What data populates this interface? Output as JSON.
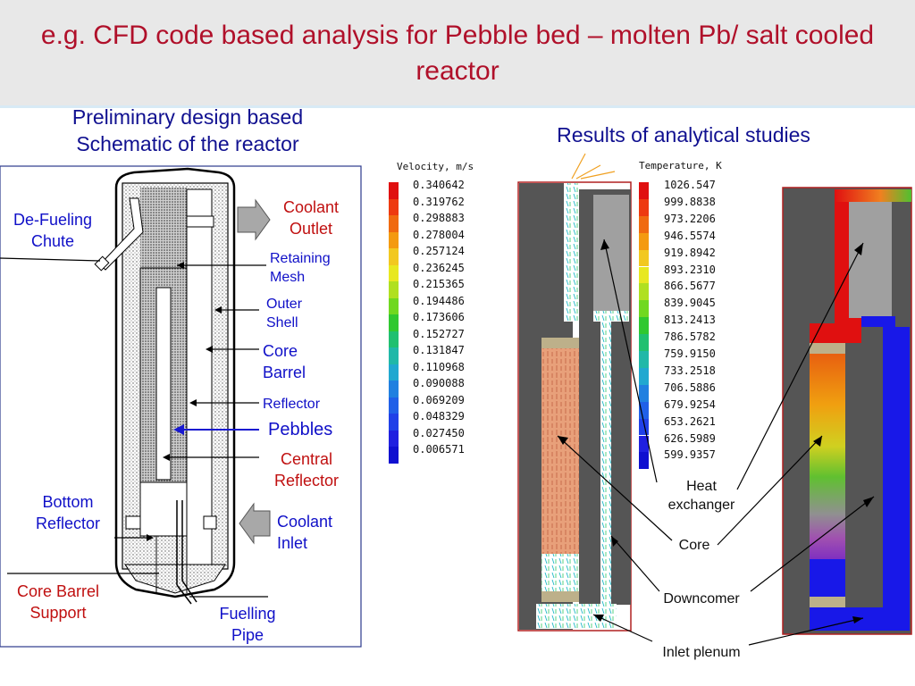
{
  "header": {
    "title": "e.g. CFD code based analysis for Pebble bed – molten Pb/ salt cooled reactor"
  },
  "left_panel": {
    "subtitle": "Preliminary design based Schematic of the reactor",
    "labels": {
      "defueling_chute": "De-Fueling Chute",
      "coolant_outlet": "Coolant Outlet",
      "retaining_mesh": "Retaining Mesh",
      "outer_shell": "Outer Shell",
      "core_barrel": "Core Barrel",
      "reflector": "Reflector",
      "pebbles": "Pebbles",
      "central_reflector": "Central Reflector",
      "bottom_reflector": "Bottom Reflector",
      "coolant_inlet": "Coolant Inlet",
      "core_barrel_support": "Core Barrel Support",
      "fuelling_pipe": "Fuelling Pipe"
    }
  },
  "right_panel": {
    "subtitle": "Results of analytical studies",
    "velocity_legend": {
      "title": "Velocity, m/s",
      "values": [
        "0.340642",
        "0.319762",
        "0.298883",
        "0.278004",
        "0.257124",
        "0.236245",
        "0.215365",
        "0.194486",
        "0.173606",
        "0.152727",
        "0.131847",
        "0.110968",
        "0.090088",
        "0.069209",
        "0.048329",
        "0.027450",
        "0.006571"
      ]
    },
    "temperature_legend": {
      "title": "Temperature, K",
      "values": [
        "1026.547",
        "999.8838",
        "973.2206",
        "946.5574",
        "919.8942",
        "893.2310",
        "866.5677",
        "839.9045",
        "813.2413",
        "786.5782",
        "759.9150",
        "733.2518",
        "706.5886",
        "679.9254",
        "653.2621",
        "626.5989",
        "599.9357"
      ]
    },
    "legend_colors": [
      "#e01010",
      "#ee3a10",
      "#f06a10",
      "#f49a10",
      "#f2c820",
      "#e8e820",
      "#b0e020",
      "#70d820",
      "#30c830",
      "#20c070",
      "#20b8a8",
      "#20a8d0",
      "#2080e0",
      "#2060e8",
      "#2040e8",
      "#2020e0",
      "#1010d0"
    ],
    "annotations": {
      "heat_exchanger": "Heat exchanger",
      "core": "Core",
      "downcomer": "Downcomer",
      "inlet_plenum": "Inlet plenum"
    }
  }
}
